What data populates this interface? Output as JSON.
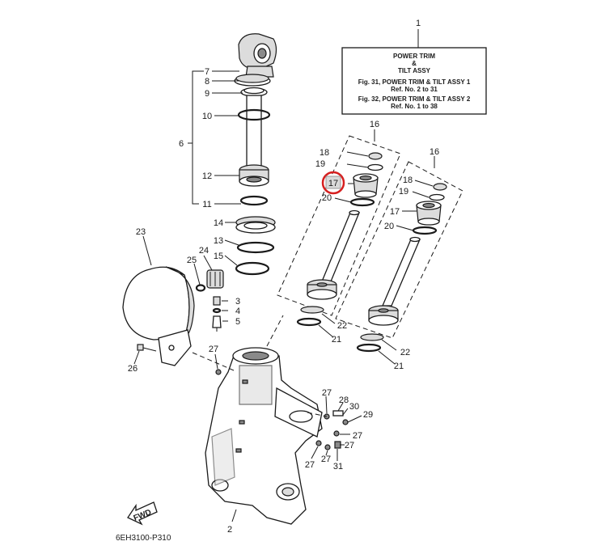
{
  "box": {
    "title": "POWER TRIM",
    "amp": "&",
    "subtitle": "TILT ASSY",
    "fig1": "Fig. 31, POWER TRIM & TILT ASSY 1",
    "ref1": "Ref. No. 2 to 31",
    "fig2": "Fig. 32, POWER TRIM & TILT ASSY 2",
    "ref2": "Ref. No. 1 to 38"
  },
  "diagram_code": "6EH3100-P310",
  "fwd_label": "FWD",
  "highlight_color": "#d62020",
  "highlighted_callout": "17",
  "callouts": {
    "c1": "1",
    "c2": "2",
    "c3": "3",
    "c4": "4",
    "c5": "5",
    "c6": "6",
    "c7": "7",
    "c8": "8",
    "c9": "9",
    "c10": "10",
    "c11": "11",
    "c12": "12",
    "c13": "13",
    "c14": "14",
    "c15": "15",
    "c16a": "16",
    "c16b": "16",
    "c17a": "17",
    "c17b": "17",
    "c18a": "18",
    "c18b": "18",
    "c19a": "19",
    "c19b": "19",
    "c20a": "20",
    "c20b": "20",
    "c21a": "21",
    "c21b": "21",
    "c22a": "22",
    "c22b": "22",
    "c23": "23",
    "c24": "24",
    "c25": "25",
    "c26": "26",
    "c27a": "27",
    "c27b": "27",
    "c27c": "27",
    "c27d": "27",
    "c27e": "27",
    "c27f": "27",
    "c28": "28",
    "c29": "29",
    "c30": "30",
    "c31": "31"
  }
}
